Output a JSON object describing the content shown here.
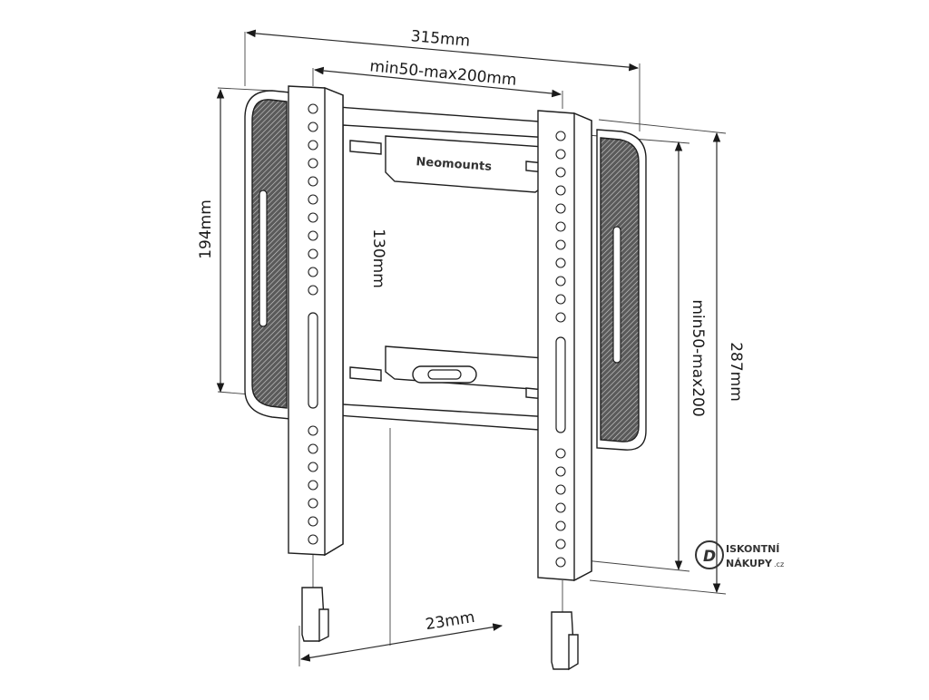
{
  "diagram": {
    "brand_mark": "Neomounts",
    "dimensions": {
      "overall_width": "315mm",
      "vesa_horizontal": "min50-max200mm",
      "pad_height": "194mm",
      "vertical_spacing": "130mm",
      "vesa_vertical": "min50-max200",
      "overall_height": "287mm",
      "wall_distance": "23mm"
    },
    "watermark": {
      "line1": "ISKONTNÍ",
      "line2": "NÁKUPY",
      "suffix": ".cz"
    }
  }
}
